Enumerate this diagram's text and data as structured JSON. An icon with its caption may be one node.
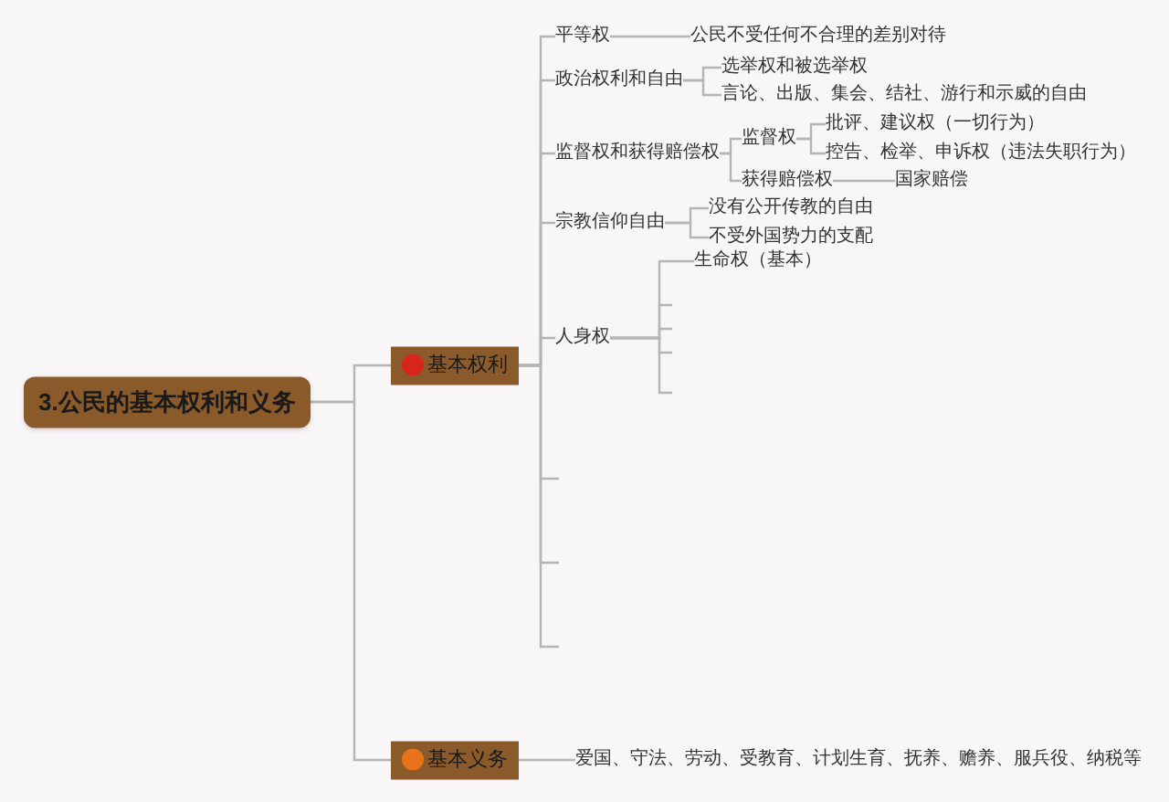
{
  "diagram": {
    "nodes": [
      {
        "text": [
          "3.公民的基本权利和义务"
        ]
      },
      {
        "text": [
          "基本权利"
        ]
      },
      {
        "text": [
          "基本义务"
        ]
      },
      {
        "text": [
          "平等权"
        ]
      },
      {
        "text": [
          "公民不受任何不合理的差别对待"
        ]
      },
      {
        "text": [
          "政治权利和自由"
        ]
      },
      {
        "text": [
          "选举权和被选举权"
        ]
      },
      {
        "text": [
          "言论、出版、集会、结社、游行和示威的自由"
        ]
      },
      {
        "text": [
          "监督权和获得赔偿权"
        ]
      },
      {
        "text": [
          "监督权"
        ]
      },
      {
        "text": [
          "批评、建议权（一切行为）"
        ]
      },
      {
        "text": [
          "控告、检举、申诉权（违法失职行为）"
        ]
      },
      {
        "text": [
          "获得赔偿权"
        ]
      },
      {
        "text": [
          "国家赔偿"
        ]
      },
      {
        "text": [
          "宗教信仰自由"
        ]
      },
      {
        "text": [
          "没有公开传教的自由"
        ]
      },
      {
        "text": [
          "不受外国势力的支配"
        ]
      },
      {
        "text": [
          "人身权"
        ]
      },
      {
        "text": [
          "生命权（基本）"
        ]
      },
      {
        "text": [
          "爱国、守法、劳动、受教育、计划生育、抚养、赡养、服兵役、纳税等"
        ]
      }
    ],
    "edges": [
      {
        "from": 0,
        "to": 1,
        "arrow": "none"
      },
      {
        "from": 0,
        "to": 2,
        "arrow": "none"
      },
      {
        "from": 1,
        "to": 3,
        "arrow": "none"
      },
      {
        "from": 3,
        "to": 4,
        "arrow": "none"
      },
      {
        "from": 1,
        "to": 5,
        "arrow": "none"
      },
      {
        "from": 5,
        "to": 6,
        "arrow": "none"
      },
      {
        "from": 5,
        "to": 7,
        "arrow": "none"
      },
      {
        "from": 1,
        "to": 8,
        "arrow": "none"
      },
      {
        "from": 8,
        "to": 9,
        "arrow": "none"
      },
      {
        "from": 9,
        "to": 10,
        "arrow": "none"
      },
      {
        "from": 9,
        "to": 11,
        "arrow": "none"
      },
      {
        "from": 8,
        "to": 12,
        "arrow": "none"
      },
      {
        "from": 12,
        "to": 13,
        "arrow": "none"
      },
      {
        "from": 1,
        "to": 14,
        "arrow": "none"
      },
      {
        "from": 14,
        "to": 15,
        "arrow": "none"
      },
      {
        "from": 14,
        "to": 16,
        "arrow": "none"
      },
      {
        "from": 1,
        "to": 17,
        "arrow": "none"
      },
      {
        "from": 17,
        "to": 18,
        "arrow": "none"
      },
      {
        "from": 17,
        "to": null,
        "arrow": "none"
      },
      {
        "from": 17,
        "to": null,
        "arrow": "none"
      },
      {
        "from": 17,
        "to": null,
        "arrow": "none"
      },
      {
        "from": 17,
        "to": null,
        "arrow": "none"
      },
      {
        "from": 1,
        "to": null,
        "arrow": "none"
      },
      {
        "from": 1,
        "to": null,
        "arrow": "none"
      },
      {
        "from": 1,
        "to": null,
        "arrow": "none"
      },
      {
        "from": 2,
        "to": 19,
        "arrow": "none"
      }
    ]
  }
}
